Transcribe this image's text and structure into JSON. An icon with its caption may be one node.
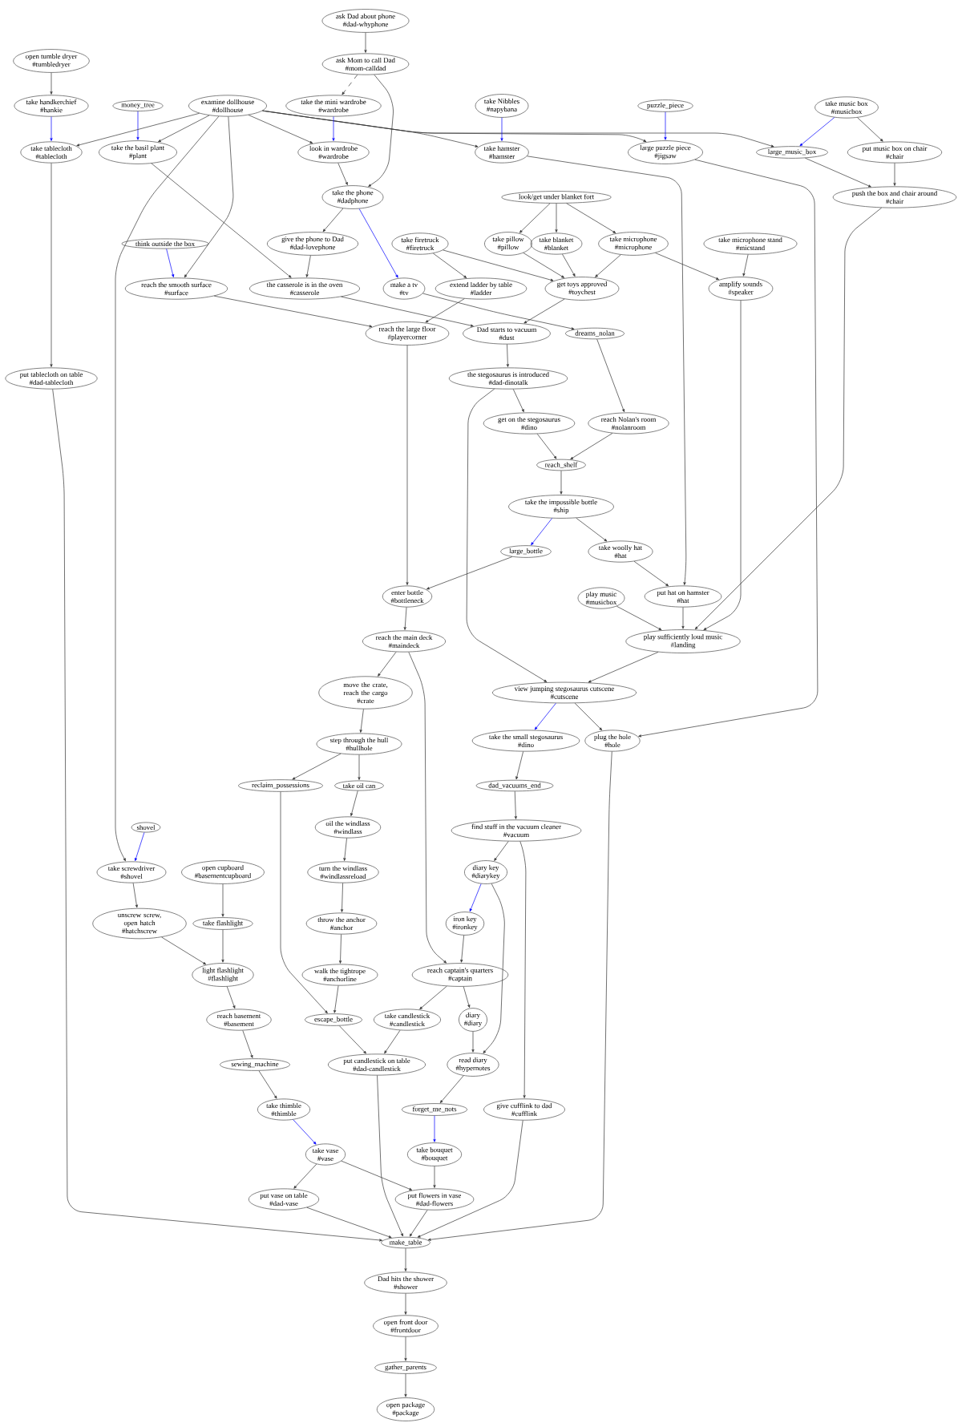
{
  "diagram": {
    "nodes": [
      {
        "text": [
          "ask Dad about phone",
          "#dad-whyphone"
        ]
      },
      {
        "text": [
          "ask Mom to call Dad",
          "#mom-calldad"
        ]
      },
      {
        "text": [
          "open tumble dryer",
          "#tumbledryer"
        ]
      },
      {
        "text": [
          "take handkerchief",
          "#hankie"
        ]
      },
      {
        "text": [
          "money_tree"
        ]
      },
      {
        "text": [
          "examine dollhouse",
          "#dollhouse"
        ]
      },
      {
        "text": [
          "take the mini wardrobe",
          "#wardrobe"
        ]
      },
      {
        "text": [
          "take Nibbles",
          "#napybana"
        ]
      },
      {
        "text": [
          "puzzle_piece"
        ]
      },
      {
        "text": [
          "take music box",
          "#musicbox"
        ]
      },
      {
        "text": [
          "take tablecloth",
          "#tablecloth"
        ]
      },
      {
        "text": [
          "take the basil plant",
          "#plant"
        ]
      },
      {
        "text": [
          "look in wardrobe",
          "#wardrobe"
        ]
      },
      {
        "text": [
          "take hamster",
          "#hamster"
        ]
      },
      {
        "text": [
          "large puzzle piece",
          "#jigsaw"
        ]
      },
      {
        "text": [
          "large_music_box"
        ]
      },
      {
        "text": [
          "put music box on chair",
          "#chair"
        ]
      },
      {
        "text": [
          "take the phone",
          "#dadphone"
        ]
      },
      {
        "text": [
          "push the box and chair around",
          "#chair"
        ]
      },
      {
        "text": [
          "look/get under blanket fort"
        ]
      },
      {
        "text": [
          "give the phone to Dad",
          "#dad-lovephone"
        ]
      },
      {
        "text": [
          "think outside the box"
        ]
      },
      {
        "text": [
          "take firetruck",
          "#firetruck"
        ]
      },
      {
        "text": [
          "take pillow",
          "#pillow"
        ]
      },
      {
        "text": [
          "take blanket",
          "#blanket"
        ]
      },
      {
        "text": [
          "take microphone",
          "#microphone"
        ]
      },
      {
        "text": [
          "take microphone stand",
          "#micstand"
        ]
      },
      {
        "text": [
          "reach the smooth surface",
          "#surface"
        ]
      },
      {
        "text": [
          "the casserole is in the oven",
          "#casserole"
        ]
      },
      {
        "text": [
          "make a tv",
          "#tv"
        ]
      },
      {
        "text": [
          "extend ladder by table",
          "#ladder"
        ]
      },
      {
        "text": [
          "get toys approved",
          "#toychest"
        ]
      },
      {
        "text": [
          "amplify sounds",
          "#speaker"
        ]
      },
      {
        "text": [
          "reach the large floor",
          "#playercorner"
        ]
      },
      {
        "text": [
          "Dad starts to vacuum",
          "#dust"
        ]
      },
      {
        "text": [
          "dreams_nolan"
        ]
      },
      {
        "text": [
          "the stegosaurus is introduced",
          "#dad-dinotalk"
        ]
      },
      {
        "text": [
          "put tablecloth on table",
          "#dad-tablecloth"
        ]
      },
      {
        "text": [
          "get on the stegosaurus",
          "#dino"
        ]
      },
      {
        "text": [
          "reach Nolan's room",
          "#nolanroom"
        ]
      },
      {
        "text": [
          "reach_shelf"
        ]
      },
      {
        "text": [
          "take the impossible bottle",
          "#ship"
        ]
      },
      {
        "text": [
          "large_bottle"
        ]
      },
      {
        "text": [
          "take woolly hat",
          "#hat"
        ]
      },
      {
        "text": [
          "enter bottle",
          "#bottleneck"
        ]
      },
      {
        "text": [
          "play music",
          "#musicbox"
        ]
      },
      {
        "text": [
          "put hat on hamster",
          "#hat"
        ]
      },
      {
        "text": [
          "reach the main deck",
          "#maindeck"
        ]
      },
      {
        "text": [
          "play sufficiently loud music",
          "#landing"
        ]
      },
      {
        "text": [
          "view jumping stegosaurus cutscene",
          "#cutscene"
        ]
      },
      {
        "text": [
          "move the crate, reach the cargo",
          "#crate"
        ]
      },
      {
        "text": [
          "take the small stegosaurus",
          "#dino"
        ]
      },
      {
        "text": [
          "plug the hole",
          "#hole"
        ]
      },
      {
        "text": [
          "step through the hull",
          "#hullhole"
        ]
      },
      {
        "text": [
          "reclaim_possessions"
        ]
      },
      {
        "text": [
          "take oil can"
        ]
      },
      {
        "text": [
          "dad_vacuums_end"
        ]
      },
      {
        "text": [
          "find stuff in the vacuum cleaner",
          "#vacuum"
        ]
      },
      {
        "text": [
          "oil the windlass",
          "#windlass"
        ]
      },
      {
        "text": [
          "shovel"
        ]
      },
      {
        "text": [
          "open cupboard",
          "#basementcupboard"
        ]
      },
      {
        "text": [
          "take screwdriver",
          "#shovel"
        ]
      },
      {
        "text": [
          "turn the windlass",
          "#windlassreload"
        ]
      },
      {
        "text": [
          "diary key",
          "#diarykey"
        ]
      },
      {
        "text": [
          "unscrew screw, open hatch",
          "#hatchscrew"
        ]
      },
      {
        "text": [
          "take flashlight"
        ]
      },
      {
        "text": [
          "throw the anchor",
          "#anchor"
        ]
      },
      {
        "text": [
          "iron key",
          "#ironkey"
        ]
      },
      {
        "text": [
          "light flashlight",
          "#flashlight"
        ]
      },
      {
        "text": [
          "walk the tightrope",
          "#anchorline"
        ]
      },
      {
        "text": [
          "reach captain's quarters",
          "#captain"
        ]
      },
      {
        "text": [
          "reach basement",
          "#basement"
        ]
      },
      {
        "text": [
          "escape_bottle"
        ]
      },
      {
        "text": [
          "take candlestick",
          "#candlestick"
        ]
      },
      {
        "text": [
          "diary",
          "#diary"
        ]
      },
      {
        "text": [
          "sewing_machine"
        ]
      },
      {
        "text": [
          "put candlestick on table",
          "#dad-candlestick"
        ]
      },
      {
        "text": [
          "read diary",
          "#hypernotes"
        ]
      },
      {
        "text": [
          "give cufflink to dad",
          "#cufflink"
        ]
      },
      {
        "text": [
          "take thimble",
          "#thimble"
        ]
      },
      {
        "text": [
          "forget_me_nots"
        ]
      },
      {
        "text": [
          "take vase",
          "#vase"
        ]
      },
      {
        "text": [
          "take bouquet",
          "#bouquet"
        ]
      },
      {
        "text": [
          "put vase on table",
          "#dad-vase"
        ]
      },
      {
        "text": [
          "put flowers in vase",
          "#dad-flowers"
        ]
      },
      {
        "text": [
          "make_table"
        ]
      },
      {
        "text": [
          "Dad hits the shower",
          "#shower"
        ]
      },
      {
        "text": [
          "open front door",
          "#frontdoor"
        ]
      },
      {
        "text": [
          "gather_parents"
        ]
      },
      {
        "text": [
          "open package",
          "#package"
        ]
      }
    ],
    "edges": [
      {
        "from": 0,
        "to": 1,
        "arrow": "to"
      },
      {
        "from": 1,
        "to": 6,
        "arrow": "to",
        "style": "dashed"
      },
      {
        "from": 1,
        "to": 17,
        "arrow": "to"
      },
      {
        "from": 2,
        "to": 3,
        "arrow": "to"
      },
      {
        "from": 3,
        "to": 10,
        "arrow": "to",
        "color": "#0000ff"
      },
      {
        "from": 4,
        "to": 11,
        "arrow": "to",
        "color": "#0000ff"
      },
      {
        "from": 5,
        "to": 10,
        "arrow": "to"
      },
      {
        "from": 5,
        "to": 11,
        "arrow": "to"
      },
      {
        "from": 5,
        "to": 12,
        "arrow": "to"
      },
      {
        "from": 5,
        "to": 13,
        "arrow": "to"
      },
      {
        "from": 5,
        "to": 14,
        "arrow": "to"
      },
      {
        "from": 5,
        "to": 15,
        "arrow": "to"
      },
      {
        "from": 5,
        "to": 27,
        "arrow": "to"
      },
      {
        "from": 5,
        "to": 61,
        "arrow": "to"
      },
      {
        "from": 6,
        "to": 12,
        "arrow": "to",
        "color": "#0000ff"
      },
      {
        "from": 7,
        "to": 13,
        "arrow": "to",
        "color": "#0000ff"
      },
      {
        "from": 8,
        "to": 14,
        "arrow": "to",
        "color": "#0000ff"
      },
      {
        "from": 9,
        "to": 15,
        "arrow": "to",
        "color": "#0000ff"
      },
      {
        "from": 9,
        "to": 16,
        "arrow": "to"
      },
      {
        "from": 10,
        "to": 37,
        "arrow": "to"
      },
      {
        "from": 11,
        "to": 28,
        "arrow": "to"
      },
      {
        "from": 12,
        "to": 17,
        "arrow": "to"
      },
      {
        "from": 13,
        "to": 46,
        "arrow": "to"
      },
      {
        "from": 14,
        "to": 52,
        "arrow": "to"
      },
      {
        "from": 15,
        "to": 18,
        "arrow": "to"
      },
      {
        "from": 16,
        "to": 18,
        "arrow": "to"
      },
      {
        "from": 17,
        "to": 20,
        "arrow": "to"
      },
      {
        "from": 17,
        "to": 29,
        "arrow": "to",
        "color": "#0000ff"
      },
      {
        "from": 18,
        "to": 48,
        "arrow": "to"
      },
      {
        "from": 19,
        "to": 23,
        "arrow": "to"
      },
      {
        "from": 19,
        "to": 24,
        "arrow": "to"
      },
      {
        "from": 19,
        "to": 25,
        "arrow": "to"
      },
      {
        "from": 20,
        "to": 28,
        "arrow": "to"
      },
      {
        "from": 21,
        "to": 27,
        "arrow": "to",
        "color": "#0000ff"
      },
      {
        "from": 22,
        "to": 30,
        "arrow": "to"
      },
      {
        "from": 22,
        "to": 31,
        "arrow": "to"
      },
      {
        "from": 23,
        "to": 31,
        "arrow": "to"
      },
      {
        "from": 24,
        "to": 31,
        "arrow": "to"
      },
      {
        "from": 25,
        "to": 31,
        "arrow": "to"
      },
      {
        "from": 25,
        "to": 32,
        "arrow": "to"
      },
      {
        "from": 26,
        "to": 32,
        "arrow": "to"
      },
      {
        "from": 27,
        "to": 33,
        "arrow": "to"
      },
      {
        "from": 28,
        "to": 34,
        "arrow": "to"
      },
      {
        "from": 29,
        "to": 35,
        "arrow": "to"
      },
      {
        "from": 30,
        "to": 33,
        "arrow": "to"
      },
      {
        "from": 31,
        "to": 34,
        "arrow": "to"
      },
      {
        "from": 32,
        "to": 48,
        "arrow": "to"
      },
      {
        "from": 33,
        "to": 44,
        "arrow": "to"
      },
      {
        "from": 34,
        "to": 36,
        "arrow": "to"
      },
      {
        "from": 35,
        "to": 39,
        "arrow": "to"
      },
      {
        "from": 36,
        "to": 38,
        "arrow": "to"
      },
      {
        "from": 36,
        "to": 49,
        "arrow": "to"
      },
      {
        "from": 37,
        "to": 85,
        "arrow": "to"
      },
      {
        "from": 38,
        "to": 40,
        "arrow": "to"
      },
      {
        "from": 39,
        "to": 40,
        "arrow": "to"
      },
      {
        "from": 40,
        "to": 41,
        "arrow": "to"
      },
      {
        "from": 41,
        "to": 42,
        "arrow": "to",
        "color": "#0000ff"
      },
      {
        "from": 41,
        "to": 43,
        "arrow": "to"
      },
      {
        "from": 42,
        "to": 44,
        "arrow": "to"
      },
      {
        "from": 43,
        "to": 46,
        "arrow": "to"
      },
      {
        "from": 44,
        "to": 47,
        "arrow": "to"
      },
      {
        "from": 45,
        "to": 48,
        "arrow": "to"
      },
      {
        "from": 46,
        "to": 48,
        "arrow": "to"
      },
      {
        "from": 47,
        "to": 50,
        "arrow": "to"
      },
      {
        "from": 47,
        "to": 70,
        "arrow": "to"
      },
      {
        "from": 48,
        "to": 49,
        "arrow": "to"
      },
      {
        "from": 49,
        "to": 51,
        "arrow": "to",
        "color": "#0000ff"
      },
      {
        "from": 49,
        "to": 52,
        "arrow": "to"
      },
      {
        "from": 50,
        "to": 53,
        "arrow": "to"
      },
      {
        "from": 51,
        "to": 56,
        "arrow": "to"
      },
      {
        "from": 52,
        "to": 85,
        "arrow": "to"
      },
      {
        "from": 53,
        "to": 54,
        "arrow": "to"
      },
      {
        "from": 53,
        "to": 55,
        "arrow": "to"
      },
      {
        "from": 54,
        "to": 72,
        "arrow": "to"
      },
      {
        "from": 55,
        "to": 58,
        "arrow": "to"
      },
      {
        "from": 56,
        "to": 57,
        "arrow": "to"
      },
      {
        "from": 57,
        "to": 63,
        "arrow": "to"
      },
      {
        "from": 57,
        "to": 78,
        "arrow": "to"
      },
      {
        "from": 58,
        "to": 62,
        "arrow": "to"
      },
      {
        "from": 59,
        "to": 61,
        "arrow": "to",
        "color": "#0000ff"
      },
      {
        "from": 60,
        "to": 65,
        "arrow": "to"
      },
      {
        "from": 61,
        "to": 64,
        "arrow": "to"
      },
      {
        "from": 62,
        "to": 66,
        "arrow": "to"
      },
      {
        "from": 63,
        "to": 67,
        "arrow": "to",
        "color": "#0000ff"
      },
      {
        "from": 63,
        "to": 77,
        "arrow": "to"
      },
      {
        "from": 64,
        "to": 68,
        "arrow": "to"
      },
      {
        "from": 65,
        "to": 68,
        "arrow": "to"
      },
      {
        "from": 66,
        "to": 69,
        "arrow": "to"
      },
      {
        "from": 67,
        "to": 70,
        "arrow": "to"
      },
      {
        "from": 68,
        "to": 71,
        "arrow": "to"
      },
      {
        "from": 69,
        "to": 72,
        "arrow": "to"
      },
      {
        "from": 70,
        "to": 73,
        "arrow": "to"
      },
      {
        "from": 70,
        "to": 74,
        "arrow": "to"
      },
      {
        "from": 71,
        "to": 75,
        "arrow": "to"
      },
      {
        "from": 72,
        "to": 76,
        "arrow": "to"
      },
      {
        "from": 73,
        "to": 76,
        "arrow": "to"
      },
      {
        "from": 74,
        "to": 77,
        "arrow": "to"
      },
      {
        "from": 75,
        "to": 79,
        "arrow": "to"
      },
      {
        "from": 76,
        "to": 85,
        "arrow": "to"
      },
      {
        "from": 77,
        "to": 80,
        "arrow": "to"
      },
      {
        "from": 78,
        "to": 85,
        "arrow": "to"
      },
      {
        "from": 79,
        "to": 81,
        "arrow": "to",
        "color": "#0000ff"
      },
      {
        "from": 80,
        "to": 82,
        "arrow": "to",
        "color": "#0000ff"
      },
      {
        "from": 81,
        "to": 83,
        "arrow": "to"
      },
      {
        "from": 81,
        "to": 84,
        "arrow": "to"
      },
      {
        "from": 82,
        "to": 84,
        "arrow": "to"
      },
      {
        "from": 83,
        "to": 85,
        "arrow": "to"
      },
      {
        "from": 84,
        "to": 85,
        "arrow": "to"
      },
      {
        "from": 85,
        "to": 86,
        "arrow": "to"
      },
      {
        "from": 86,
        "to": 87,
        "arrow": "to"
      },
      {
        "from": 87,
        "to": 88,
        "arrow": "to"
      },
      {
        "from": 88,
        "to": 89,
        "arrow": "to"
      }
    ]
  }
}
